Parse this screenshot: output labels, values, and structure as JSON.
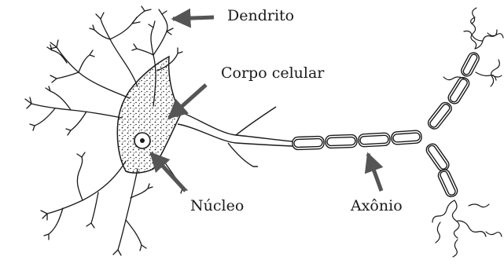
{
  "labels": {
    "dendrite": "Dendrito",
    "cell_body": "Corpo celular",
    "nucleus": "Núcleo",
    "axon": "Axônio"
  },
  "parts": [
    {
      "id": "dendrites",
      "icon": "dendrite-tree-drawing"
    },
    {
      "id": "cell_body",
      "icon": "soma-stippled-drawing"
    },
    {
      "id": "nucleus",
      "icon": "nucleus-circle-drawing"
    },
    {
      "id": "axon",
      "icon": "myelinated-axon-drawing"
    },
    {
      "id": "axon_terminals",
      "icon": "axon-terminal-branches-drawing"
    }
  ],
  "colors": {
    "line": "#1a1a1a",
    "arrow": "#555555",
    "background": "#ffffff"
  }
}
